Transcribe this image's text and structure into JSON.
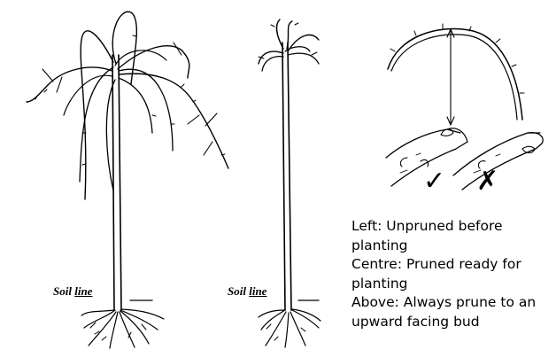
{
  "labels": {
    "soil_left": {
      "pre": "Soil ",
      "underlined": "line"
    },
    "soil_centre": {
      "pre": "Soil ",
      "underlined": "line"
    }
  },
  "caption": {
    "line1": "Left: Unpruned before planting",
    "line2": "Centre: Pruned ready for planting",
    "line3": "Above: Always prune to an upward facing bud"
  },
  "marks": {
    "correct": "✓",
    "incorrect": "✗"
  }
}
